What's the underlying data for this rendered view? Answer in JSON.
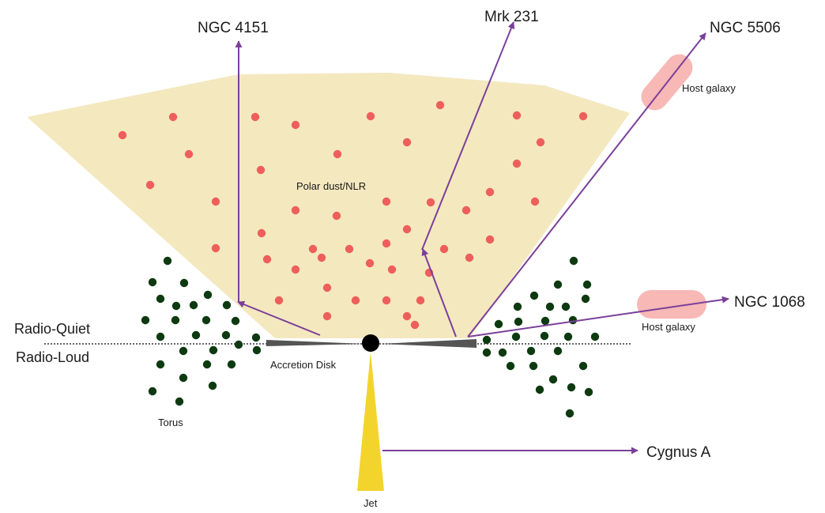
{
  "colors": {
    "polar_region": "#f4e8bf",
    "dust_dot": "#ee5f5b",
    "torus_dot": "#0d3a10",
    "arrow": "#7b3f99",
    "host_galaxy": "#f7b8b6",
    "jet": "#f3d42c",
    "disk": "#555555",
    "black_hole": "#000000"
  },
  "labels": {
    "ngc4151": "NGC 4151",
    "mrk231": "Mrk 231",
    "ngc5506": "NGC 5506",
    "ngc1068": "NGC 1068",
    "cygnus_a": "Cygnus A",
    "host_galaxy_top": "Host galaxy",
    "host_galaxy_right": "Host galaxy",
    "polar_dust": "Polar dust/NLR",
    "radio_quiet": "Radio-Quiet",
    "radio_loud": "Radio-Loud",
    "accretion_disk": "Accretion Disk",
    "torus": "Torus",
    "jet": "Jet"
  }
}
